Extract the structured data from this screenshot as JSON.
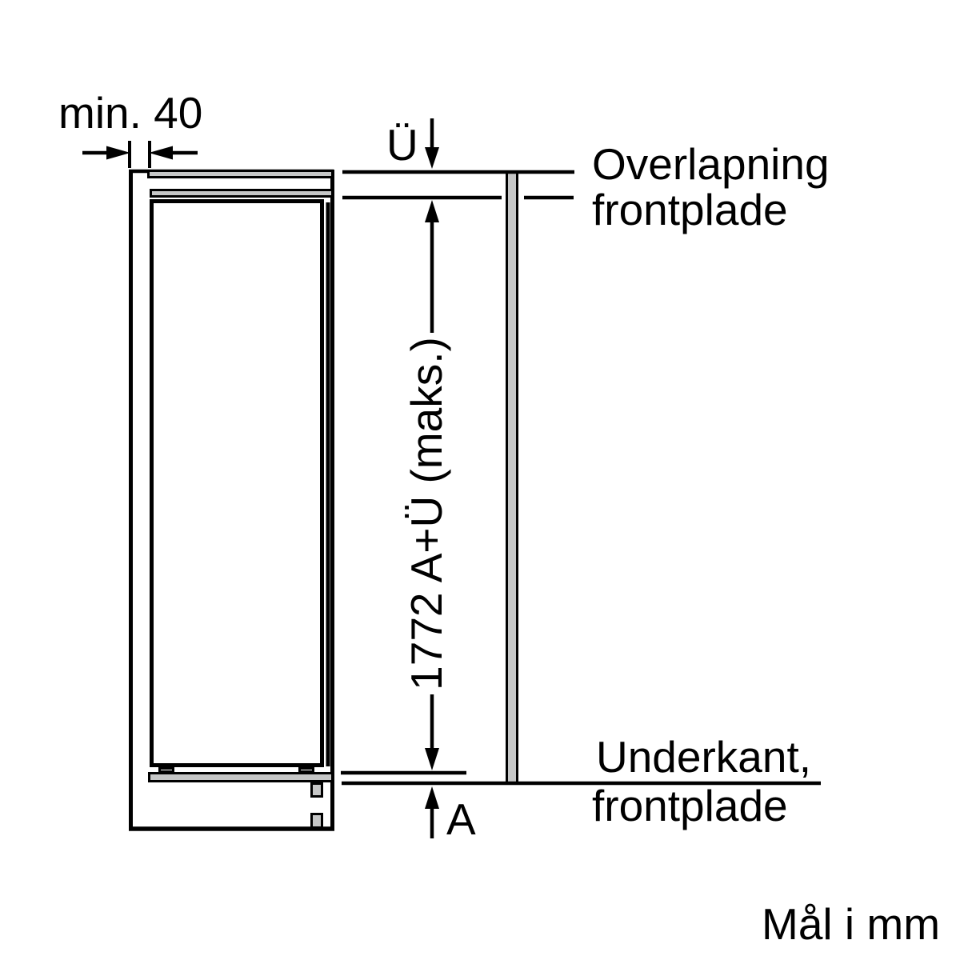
{
  "unit_note": "Mål i mm",
  "dimensions": {
    "side_clearance": "min. 40",
    "top_overlap_symbol": "Ü",
    "niche_height": "1772 A+Ü (maks.)",
    "bottom_distance_symbol": "A"
  },
  "annotations": {
    "overlap_line1": "Overlapning",
    "overlap_line2": "frontplade",
    "bottom_edge_line1": "Underkant,",
    "bottom_edge_line2": "frontplade"
  },
  "colors": {
    "line": "#000000",
    "panel_fill": "#c6c7c7",
    "background": "#ffffff"
  }
}
